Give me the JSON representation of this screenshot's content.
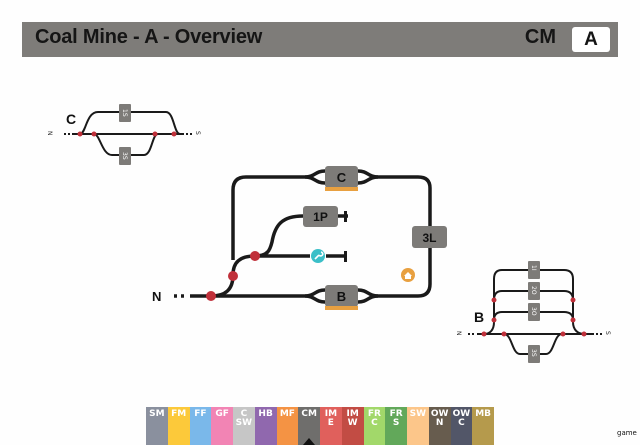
{
  "header": {
    "title": "Coal Mine - A - Overview",
    "code": "CM",
    "badge": "A"
  },
  "diagram_main": {
    "entry_label": "N",
    "boxes": {
      "top": "C",
      "bottom": "B",
      "siding": "1P",
      "loop_right": "3L"
    },
    "icons": {
      "wrench": "wrench-icon",
      "home": "home-icon"
    },
    "colors": {
      "track": "#1a1a1a",
      "box": "#7d7b78",
      "switch": "#c0303a",
      "platform": "#e8a040",
      "wrench": "#3bbfc8",
      "home": "#e8a040"
    }
  },
  "diagram_c": {
    "label": "C",
    "north": "N",
    "south": "S",
    "tracks": [
      "1S",
      "3S"
    ]
  },
  "diagram_b": {
    "label": "B",
    "north": "N",
    "south": "S",
    "tracks": [
      "1I",
      "2O",
      "3O",
      "3S"
    ]
  },
  "nav": {
    "active": "CM",
    "tiles": [
      {
        "l1": "SM",
        "l2": "",
        "color": "#8a909e"
      },
      {
        "l1": "FM",
        "l2": "",
        "color": "#fcc93a"
      },
      {
        "l1": "FF",
        "l2": "",
        "color": "#7ab8ea"
      },
      {
        "l1": "GF",
        "l2": "",
        "color": "#f284b4"
      },
      {
        "l1": "C",
        "l2": "SW",
        "color": "#c6c6c6"
      },
      {
        "l1": "HB",
        "l2": "",
        "color": "#9068ae"
      },
      {
        "l1": "MF",
        "l2": "",
        "color": "#f49344"
      },
      {
        "l1": "CM",
        "l2": "",
        "color": "#6f6e6c"
      },
      {
        "l1": "IM",
        "l2": "E",
        "color": "#e0605c"
      },
      {
        "l1": "IM",
        "l2": "W",
        "color": "#c24c44"
      },
      {
        "l1": "FR",
        "l2": "C",
        "color": "#a2d86a"
      },
      {
        "l1": "FR",
        "l2": "S",
        "color": "#62a85a"
      },
      {
        "l1": "SW",
        "l2": "",
        "color": "#fcc68a"
      },
      {
        "l1": "OW",
        "l2": "N",
        "color": "#675c4e"
      },
      {
        "l1": "OW",
        "l2": "C",
        "color": "#525668"
      },
      {
        "l1": "MB",
        "l2": "",
        "color": "#b59a4c"
      }
    ]
  },
  "footer": {
    "text": "game"
  }
}
